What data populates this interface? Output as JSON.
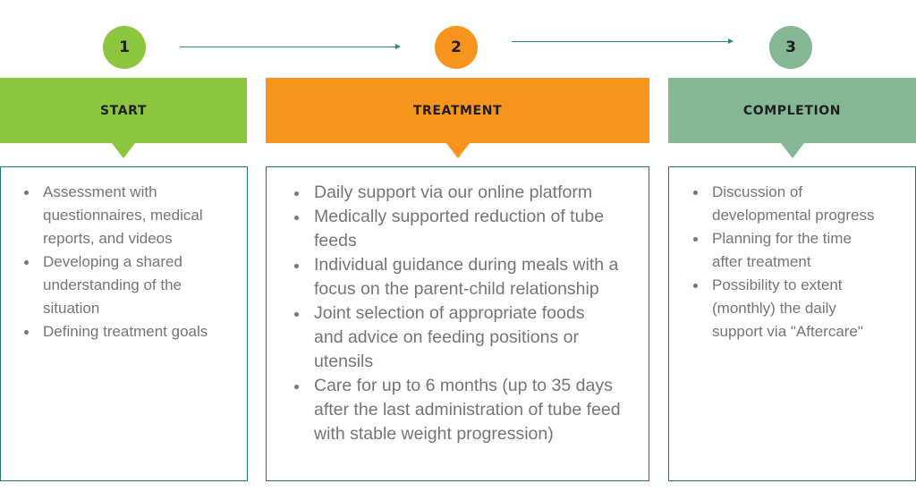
{
  "colors": {
    "start": "#8cc63f",
    "treatment": "#f7941d",
    "completion": "#84b895",
    "border": "#1f7a68",
    "text": "#757575",
    "arrow": "#2e8b7a"
  },
  "steps": [
    {
      "number": "1",
      "title": "START",
      "items": [
        "Assessment with questionnaires, medical reports, and videos",
        "Developing a shared understanding of the situation",
        "Defining treatment goals"
      ]
    },
    {
      "number": "2",
      "title": "TREATMENT",
      "items": [
        "Daily support via our online platform",
        "Medically supported reduction of tube feeds",
        "Individual guidance during meals with a focus on the parent-child relationship",
        "Joint selection of appropriate foods and advice on feeding positions or utensils",
        "Care for up to 6 months (up to 35 days after the last administration of tube feed with stable weight progression)"
      ]
    },
    {
      "number": "3",
      "title": "COMPLETION",
      "items": [
        "Discussion of developmental progress",
        "Planning for the time after treatment",
        "Possibility to extent (monthly) the daily support via \"Aftercare\""
      ]
    }
  ]
}
